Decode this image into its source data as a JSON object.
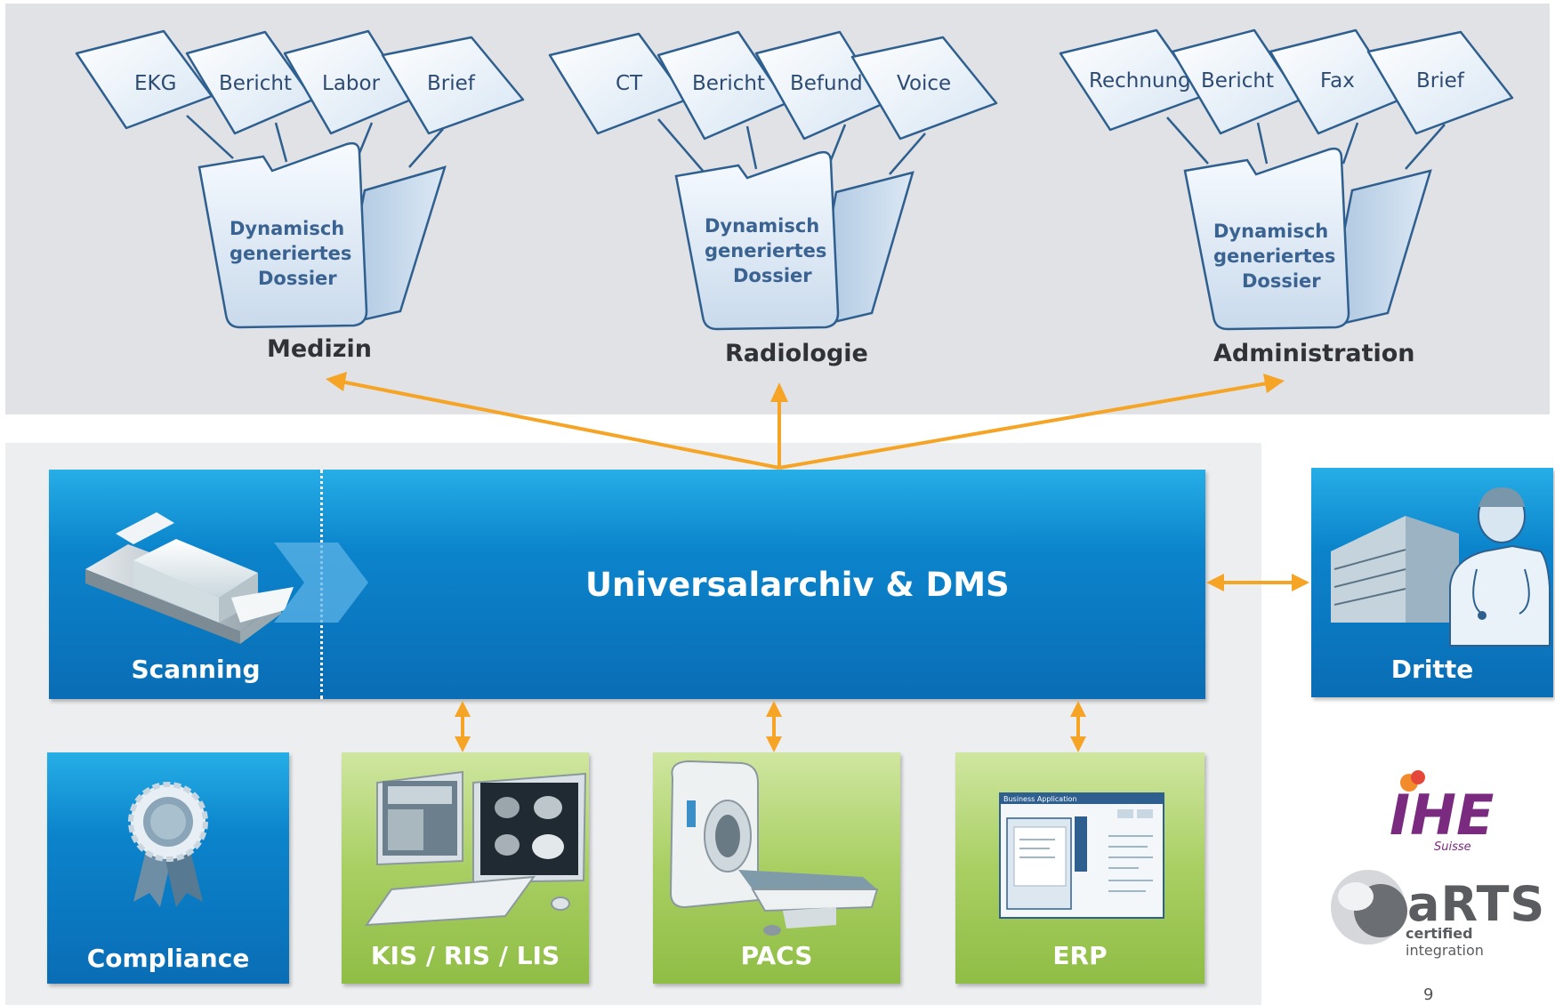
{
  "groups": [
    {
      "name": "Medizin",
      "docs": [
        "EKG",
        "Bericht",
        "Labor",
        "Brief"
      ],
      "folder_lines": [
        "Dynamisch",
        "generiertes",
        "Dossier"
      ]
    },
    {
      "name": "Radiologie",
      "docs": [
        "CT",
        "Bericht",
        "Befund",
        "Voice"
      ],
      "folder_lines": [
        "Dynamisch",
        "generiertes",
        "Dossier"
      ]
    },
    {
      "name": "Administration",
      "docs": [
        "Rechnung",
        "Bericht",
        "Fax",
        "Brief"
      ],
      "folder_lines": [
        "Dynamisch",
        "generiertes",
        "Dossier"
      ]
    }
  ],
  "main": {
    "title": "Universalarchiv & DMS",
    "scanning_label": "Scanning"
  },
  "dritte": {
    "label": "Dritte"
  },
  "bottom_boxes": [
    {
      "label": "Compliance",
      "icon": "award-ribbon-icon"
    },
    {
      "label": "KIS / RIS / LIS",
      "icon": "workstation-icon"
    },
    {
      "label": "PACS",
      "icon": "ct-scanner-icon"
    },
    {
      "label": "ERP",
      "icon": "business-application-window-icon",
      "window_title": "Business Application"
    }
  ],
  "logos": {
    "ihe": "IHE",
    "ihe_sub": "Suisse",
    "arts": "aRTS",
    "arts_sub_bold": "certified",
    "arts_sub": " integration"
  },
  "page_number": "9",
  "colors": {
    "arrow": "#f5a425",
    "blue": "#0b7cc4",
    "green": "#a3cc5a",
    "doc_stroke": "#2e5f8f"
  }
}
